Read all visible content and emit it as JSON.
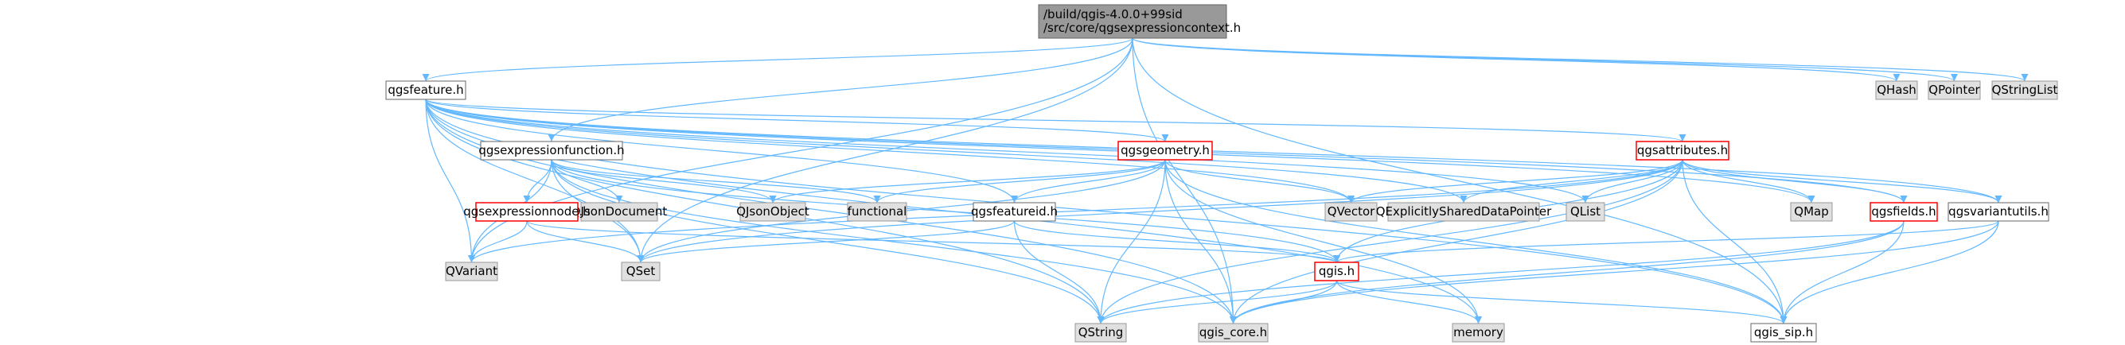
{
  "diagram": {
    "colors": {
      "edge": "#63b8ff",
      "root_fill": "#999999",
      "root_stroke": "#666666",
      "node_fill": "#ffffff",
      "node_stroke": "#666666",
      "external_fill": "#e0e0e0",
      "external_stroke": "#999999",
      "truncated_stroke": "#ff0000",
      "text": "#000000"
    },
    "nodes": [
      {
        "id": "root",
        "kind": "root",
        "lines": [
          "/build/qgis-4.0.0+99sid",
          "/src/core/qgsexpressioncontext.h"
        ]
      },
      {
        "id": "qgsfeature_h",
        "kind": "normal",
        "lines": [
          "qgsfeature.h"
        ]
      },
      {
        "id": "qhash",
        "kind": "external",
        "lines": [
          "QHash"
        ]
      },
      {
        "id": "qpointer",
        "kind": "external",
        "lines": [
          "QPointer"
        ]
      },
      {
        "id": "qstringlist",
        "kind": "external",
        "lines": [
          "QStringList"
        ]
      },
      {
        "id": "qgsexpressionfunction_h",
        "kind": "normal",
        "lines": [
          "qgsexpressionfunction.h"
        ]
      },
      {
        "id": "qgsgeometry_h",
        "kind": "truncated",
        "lines": [
          "qgsgeometry.h"
        ]
      },
      {
        "id": "qgsattributes_h",
        "kind": "truncated",
        "lines": [
          "qgsattributes.h"
        ]
      },
      {
        "id": "qjsondocument",
        "kind": "external",
        "lines": [
          "QJsonDocument"
        ]
      },
      {
        "id": "qjsonobject",
        "kind": "external",
        "lines": [
          "QJsonObject"
        ]
      },
      {
        "id": "functional",
        "kind": "external",
        "lines": [
          "functional"
        ]
      },
      {
        "id": "qvector",
        "kind": "external",
        "lines": [
          "QVector"
        ]
      },
      {
        "id": "qexplicitly",
        "kind": "external",
        "lines": [
          "QExplicitlySharedDataPointer"
        ]
      },
      {
        "id": "qlist",
        "kind": "external",
        "lines": [
          "QList"
        ]
      },
      {
        "id": "qmap",
        "kind": "external",
        "lines": [
          "QMap"
        ]
      },
      {
        "id": "qgsexpressionnode_h",
        "kind": "truncated",
        "lines": [
          "qgsexpressionnode.h"
        ]
      },
      {
        "id": "qgsfeatureid_h",
        "kind": "normal",
        "lines": [
          "qgsfeatureid.h"
        ]
      },
      {
        "id": "qgsfields_h",
        "kind": "truncated",
        "lines": [
          "qgsfields.h"
        ]
      },
      {
        "id": "qgsvariantutils_h",
        "kind": "normal",
        "lines": [
          "qgsvariantutils.h"
        ]
      },
      {
        "id": "qvariant",
        "kind": "external",
        "lines": [
          "QVariant"
        ]
      },
      {
        "id": "qset",
        "kind": "external",
        "lines": [
          "QSet"
        ]
      },
      {
        "id": "qgis_h",
        "kind": "truncated",
        "lines": [
          "qgis.h"
        ]
      },
      {
        "id": "qstring",
        "kind": "external",
        "lines": [
          "QString"
        ]
      },
      {
        "id": "qgis_core_h",
        "kind": "external",
        "lines": [
          "qgis_core.h"
        ]
      },
      {
        "id": "memory",
        "kind": "external",
        "lines": [
          "memory"
        ]
      },
      {
        "id": "qgis_sip_h",
        "kind": "normal",
        "lines": [
          "qgis_sip.h"
        ]
      }
    ],
    "edges": [
      [
        "root",
        "qgsfeature_h"
      ],
      [
        "root",
        "qhash"
      ],
      [
        "root",
        "qpointer"
      ],
      [
        "root",
        "qstringlist"
      ],
      [
        "root",
        "qgsexpressionfunction_h"
      ],
      [
        "root",
        "qvariant"
      ],
      [
        "root",
        "qset"
      ],
      [
        "root",
        "qgis_core_h"
      ],
      [
        "root",
        "qgis_sip_h"
      ],
      [
        "qgsfeature_h",
        "qgsgeometry_h"
      ],
      [
        "qgsfeature_h",
        "qgsattributes_h"
      ],
      [
        "qgsfeature_h",
        "qgsvariantutils_h"
      ],
      [
        "qgsfeature_h",
        "qgsfields_h"
      ],
      [
        "qgsfeature_h",
        "qgsfeatureid_h"
      ],
      [
        "qgsfeature_h",
        "qvector"
      ],
      [
        "qgsfeature_h",
        "qexplicitly"
      ],
      [
        "qgsfeature_h",
        "qlist"
      ],
      [
        "qgsfeature_h",
        "qmap"
      ],
      [
        "qgsfeature_h",
        "qset"
      ],
      [
        "qgsfeature_h",
        "qvariant"
      ],
      [
        "qgsfeature_h",
        "qstring"
      ],
      [
        "qgsfeature_h",
        "qgis_core_h"
      ],
      [
        "qgsfeature_h",
        "qgis_sip_h"
      ],
      [
        "qgsfeature_h",
        "memory"
      ],
      [
        "qgsexpressionfunction_h",
        "qjsondocument"
      ],
      [
        "qgsexpressionfunction_h",
        "qjsonobject"
      ],
      [
        "qgsexpressionfunction_h",
        "functional"
      ],
      [
        "qgsexpressionfunction_h",
        "qgsexpressionnode_h"
      ],
      [
        "qgsexpressionfunction_h",
        "qset"
      ],
      [
        "qgsexpressionfunction_h",
        "qvariant"
      ],
      [
        "qgsexpressionfunction_h",
        "qstring"
      ],
      [
        "qgsexpressionfunction_h",
        "qgis_core_h"
      ],
      [
        "qgsexpressionfunction_h",
        "qgis_h"
      ],
      [
        "qgsgeometry_h",
        "qjsonobject"
      ],
      [
        "qgsgeometry_h",
        "functional"
      ],
      [
        "qgsgeometry_h",
        "qvector"
      ],
      [
        "qgsgeometry_h",
        "qgsfeatureid_h"
      ],
      [
        "qgsgeometry_h",
        "qset"
      ],
      [
        "qgsgeometry_h",
        "qstring"
      ],
      [
        "qgsgeometry_h",
        "qgis_core_h"
      ],
      [
        "qgsgeometry_h",
        "qgis_sip_h"
      ],
      [
        "qgsgeometry_h",
        "memory"
      ],
      [
        "qgsattributes_h",
        "qvector"
      ],
      [
        "qgsattributes_h",
        "qexplicitly"
      ],
      [
        "qgsattributes_h",
        "qlist"
      ],
      [
        "qgsattributes_h",
        "qmap"
      ],
      [
        "qgsattributes_h",
        "qgsfields_h"
      ],
      [
        "qgsattributes_h",
        "qgsvariantutils_h"
      ],
      [
        "qgsattributes_h",
        "qvariant"
      ],
      [
        "qgsattributes_h",
        "qset"
      ],
      [
        "qgsattributes_h",
        "qstring"
      ],
      [
        "qgsattributes_h",
        "qgis_core_h"
      ],
      [
        "qgsattributes_h",
        "qgis_sip_h"
      ],
      [
        "qgsattributes_h",
        "qgis_h"
      ],
      [
        "qgsexpressionnode_h",
        "qvariant"
      ],
      [
        "qgsexpressionnode_h",
        "qset"
      ],
      [
        "qgsexpressionnode_h",
        "qgis_h"
      ],
      [
        "qgsfeatureid_h",
        "qset"
      ],
      [
        "qgsfeatureid_h",
        "qstring"
      ],
      [
        "qgsfeatureid_h",
        "qgis_h"
      ],
      [
        "qgsfields_h",
        "qstring"
      ],
      [
        "qgsfields_h",
        "qgis_core_h"
      ],
      [
        "qgsfields_h",
        "qgis_sip_h"
      ],
      [
        "qgsvariantutils_h",
        "qgis_core_h"
      ],
      [
        "qgsvariantutils_h",
        "qgis_sip_h"
      ],
      [
        "qgsvariantutils_h",
        "qgis_h"
      ],
      [
        "qgis_h",
        "qstring"
      ],
      [
        "qgis_h",
        "qgis_core_h"
      ],
      [
        "qgis_h",
        "qgis_sip_h"
      ],
      [
        "qgis_h",
        "memory"
      ]
    ]
  }
}
